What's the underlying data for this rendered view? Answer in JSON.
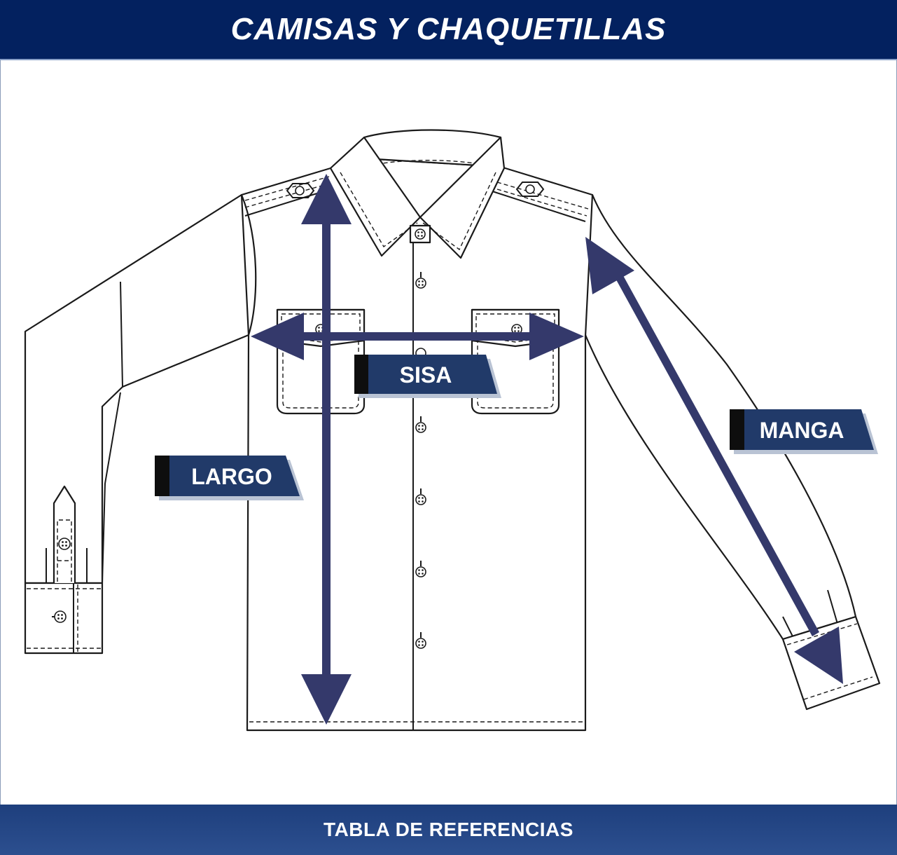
{
  "header": {
    "title": "CAMISAS Y CHAQUETILLAS"
  },
  "labels": {
    "sisa": "SISA",
    "largo": "LARGO",
    "manga": "MANGA"
  },
  "footer": {
    "title": "TABLA DE REFERENCIAS"
  },
  "colors": {
    "header_bg": "#03215f",
    "footer_bg": "#2c4f8f",
    "arrow": "#34396b",
    "tag": "#213a69"
  },
  "icons": [
    "shirt-outline",
    "button-icon",
    "double-arrow"
  ]
}
